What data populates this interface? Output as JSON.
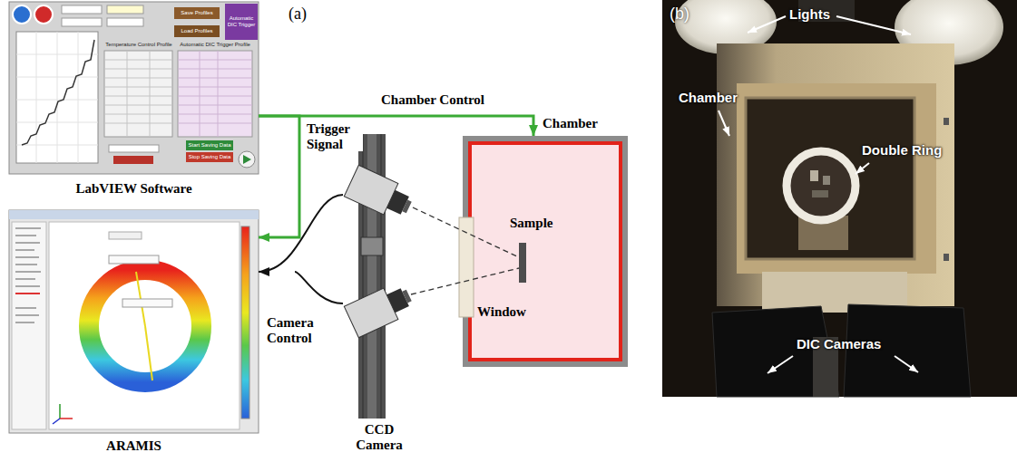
{
  "diagram": {
    "nodes": [
      {
        "text": [
          "LabVIEW Software"
        ]
      },
      {
        "text": [
          "ARAMIS"
        ]
      },
      {
        "text": [
          "CCD Camera"
        ]
      },
      {
        "text": [
          "Chamber"
        ]
      }
    ],
    "edges": [
      {
        "from": 0,
        "to": 3,
        "arrow": "to",
        "label": "Chamber Control"
      },
      {
        "from": 0,
        "to": 1,
        "arrow": "to",
        "label": "Trigger Signal"
      },
      {
        "from": 2,
        "to": 1,
        "arrow": "to",
        "label": "Camera Control"
      }
    ],
    "labels": [
      "(a)",
      "Save Profiles",
      "Load Profiles",
      "Automatic DIC Trigger",
      "Temperature Control Profile",
      "Automatic DIC Trigger Profile",
      "Start Saving Data",
      "Stop Saving Data",
      "Sample",
      "Window",
      "(b)",
      "Lights",
      "Chamber",
      "Double Ring",
      "DIC Cameras"
    ]
  }
}
